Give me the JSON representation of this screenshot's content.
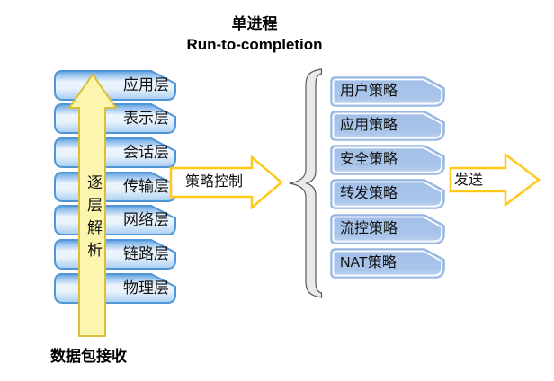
{
  "title": {
    "line1": "单进程",
    "line2": "Run-to-completion"
  },
  "stack": {
    "layers": [
      "应用层",
      "表示层",
      "会话层",
      "传输层",
      "网络层",
      "链路层",
      "物理层"
    ],
    "up_arrow_label": "逐层解析",
    "receive_label": "数据包接收"
  },
  "flow": {
    "policy_arrow_label": "策略控制",
    "send_arrow_label": "发送"
  },
  "policies": {
    "items": [
      "用户策略",
      "应用策略",
      "安全策略",
      "转发策略",
      "流控策略",
      "NAT策略"
    ]
  },
  "colors": {
    "layer_box_border": "#4f96d8",
    "layer_box_gloss_top": "#6aa7e2",
    "policy_box_fill": "#a9c4ea",
    "policy_box_border": "#93b4e0",
    "up_arrow_fill": "#fbf5ad",
    "up_arrow_border": "#dcbe3e",
    "flow_arrow_fill": "#ffffff",
    "flow_arrow_border": "#ffc81a",
    "brace_fill": "#eaeaea",
    "brace_stroke": "#595959",
    "text": "#000000"
  }
}
